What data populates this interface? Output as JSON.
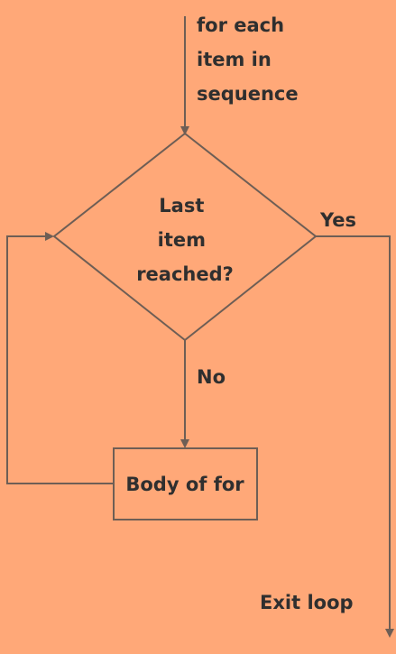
{
  "diagram": {
    "colors": {
      "background": "#FFA878",
      "stroke": "#6E5E55",
      "text": "#2F2F2F"
    },
    "start_label": [
      "for each",
      "item in",
      "sequence"
    ],
    "decision_label": [
      "Last",
      "item",
      "reached?"
    ],
    "yes_label": "Yes",
    "no_label": "No",
    "body_label": "Body of for",
    "exit_label": "Exit loop"
  }
}
